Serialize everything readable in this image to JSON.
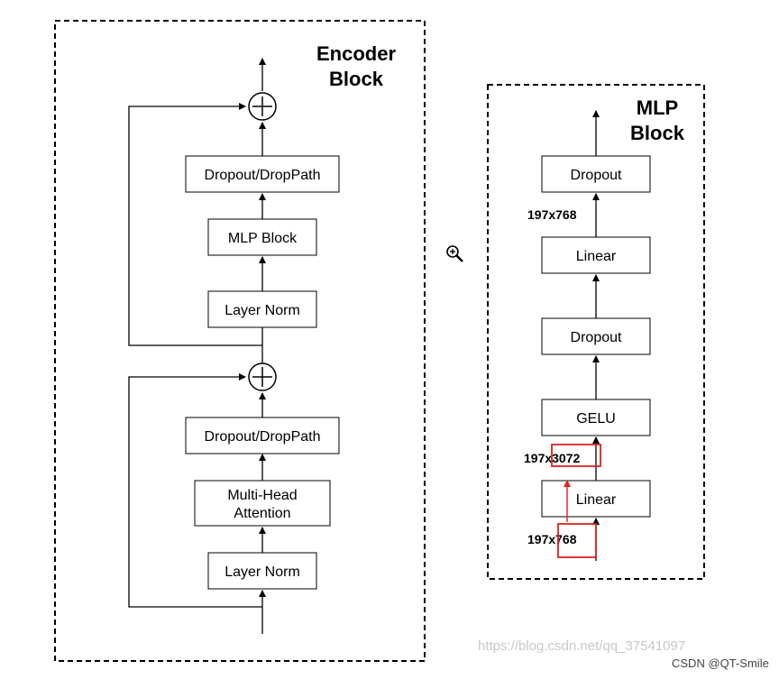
{
  "encoder": {
    "title_line1": "Encoder",
    "title_line2": "Block",
    "boxes": {
      "dropout_top": "Dropout/DropPath",
      "mlp_block": "MLP Block",
      "layer_norm_top": "Layer Norm",
      "dropout_bottom": "Dropout/DropPath",
      "mha_line1": "Multi-Head",
      "mha_line2": "Attention",
      "layer_norm_bottom": "Layer Norm"
    },
    "add_symbol": "+"
  },
  "mlp": {
    "title_line1": "MLP",
    "title_line2": "Block",
    "boxes": {
      "dropout_top": "Dropout",
      "linear_top": "Linear",
      "dropout_mid": "Dropout",
      "gelu": "GELU",
      "linear_bottom": "Linear"
    },
    "dims": {
      "top": "197x768",
      "mid": "197x3072",
      "bottom": "197x768"
    }
  },
  "watermark": {
    "url": "https://blog.csdn.net/qq_37541097",
    "credit": "CSDN @QT-Smile"
  },
  "colors": {
    "stroke": "#000000",
    "highlight": "#e02020",
    "watermark": "#c8c8c8"
  },
  "icons": [
    "zoom-in-icon"
  ]
}
